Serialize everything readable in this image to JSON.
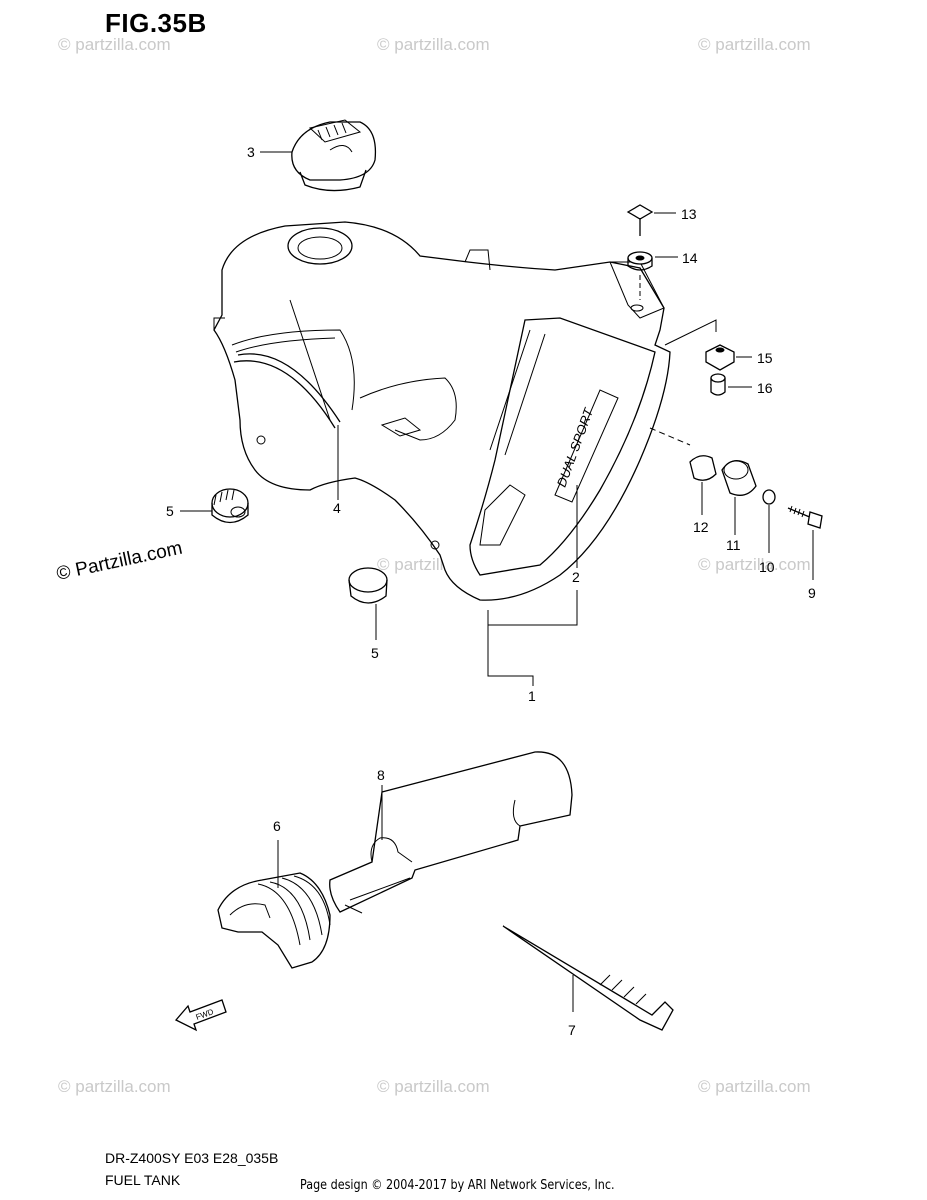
{
  "figure": {
    "title": "FIG.35B"
  },
  "callouts": {
    "c1": "1",
    "c2": "2",
    "c3": "3",
    "c4": "4",
    "c5a": "5",
    "c5b": "5",
    "c6": "6",
    "c7": "7",
    "c8": "8",
    "c9": "9",
    "c10": "10",
    "c11": "11",
    "c12": "12",
    "c13": "13",
    "c14": "14",
    "c15": "15",
    "c16": "16"
  },
  "tank_decal": "DUAL SPORT",
  "fwd_arrow_text": "FWD",
  "watermark": {
    "text": "© Partzilla.com",
    "text_lower": "© partzilla.com"
  },
  "footer": {
    "model": "DR-Z400SY E03 E28_035B",
    "section": "FUEL TANK",
    "credit": "Page design © 2004-2017 by ARI Network Services, Inc."
  }
}
